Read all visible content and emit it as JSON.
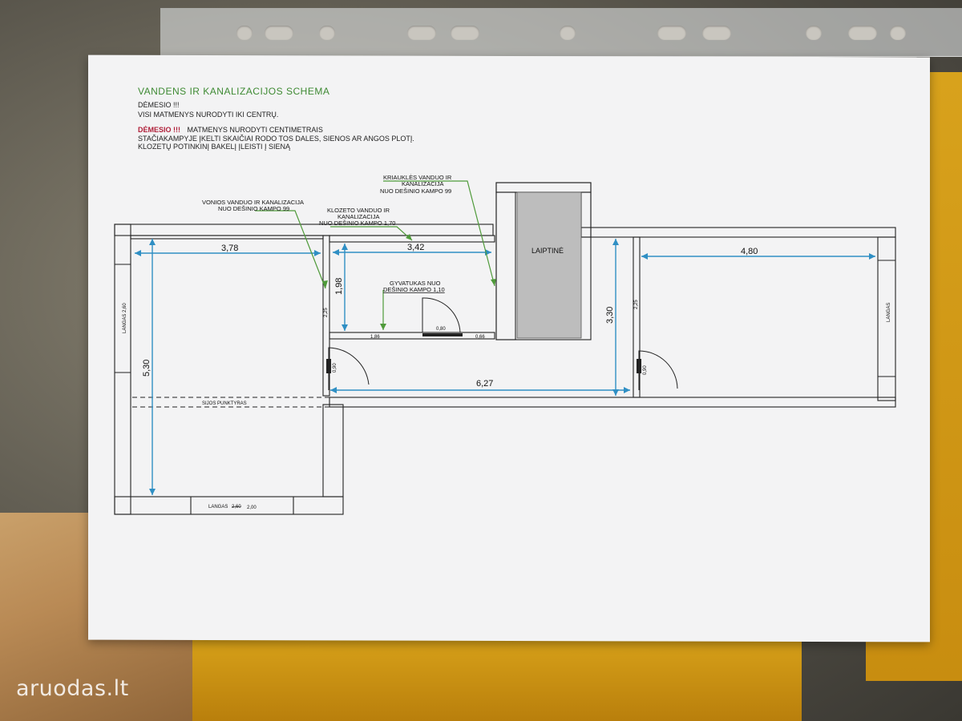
{
  "header": {
    "title": "VANDENS IR KANALIZACIJOS SCHEMA",
    "attention": "DĖMESIO !!!",
    "line1": "VISI MATMENYS NURODYTI IKI CENTRŲ.",
    "attention2": "DĖMESIO !!!",
    "line2": "MATMENYS NURODYTI CENTIMETRAIS",
    "line3": "STAČIAKAMPYJE ĮKELTI SKAIČIAI RODO TOS DALES, SIENOS AR ANGOS PLOTĮ.",
    "line4": "KLOZETŲ POTINKINĮ BAKELĮ ĮLEISTI Į SIENĄ"
  },
  "notes": {
    "bath": [
      "VONIOS VANDUO IR KANALIZACIJA",
      "NUO DEŠINIO KAMPO 99"
    ],
    "toilet": [
      "KLOZETO VANDUO IR",
      "KANALIZACIJA",
      "NUO DEŠINIO KAMPO 1,70"
    ],
    "sink": [
      "KRIAUKLĖS VANDUO IR",
      "KANALIZACIJA",
      "NUO DEŠINIO KAMPO 99"
    ],
    "heater": [
      "GYVATUKAS NUO",
      "DEŠINIO KAMPO 1,10"
    ]
  },
  "rooms": {
    "stairs": "LAIPTINĖ",
    "beam": "SIJOS PUNKTYRAS"
  },
  "dimensions": {
    "left_width": "3,78",
    "left_height": "5,30",
    "bath_width": "3,42",
    "bath_height": "1,98",
    "hall_width": "6,27",
    "hall_height": "3,30",
    "right_width": "4,80"
  },
  "small_labels": {
    "window_left": "LANGAS 2,60",
    "window_bottom": "LANGAS",
    "window_bottom_old": "2,60",
    "window_bottom_new": "2,00",
    "window_right": "LANGAS",
    "wall_225_a": "2,25",
    "wall_225_b": "2,25",
    "door_090_a": "0,90",
    "door_090_b": "0,90",
    "door_080": "0,80",
    "seg_186": "1,86",
    "seg_066": "0,66"
  },
  "watermark": "aruodas.lt",
  "colors": {
    "title_green": "#3e8a33",
    "dimension_blue": "#2f8fc4",
    "note_green": "#4f9a3a",
    "warning_red": "#b0203a",
    "stairs_gray": "#bdbdbd"
  }
}
